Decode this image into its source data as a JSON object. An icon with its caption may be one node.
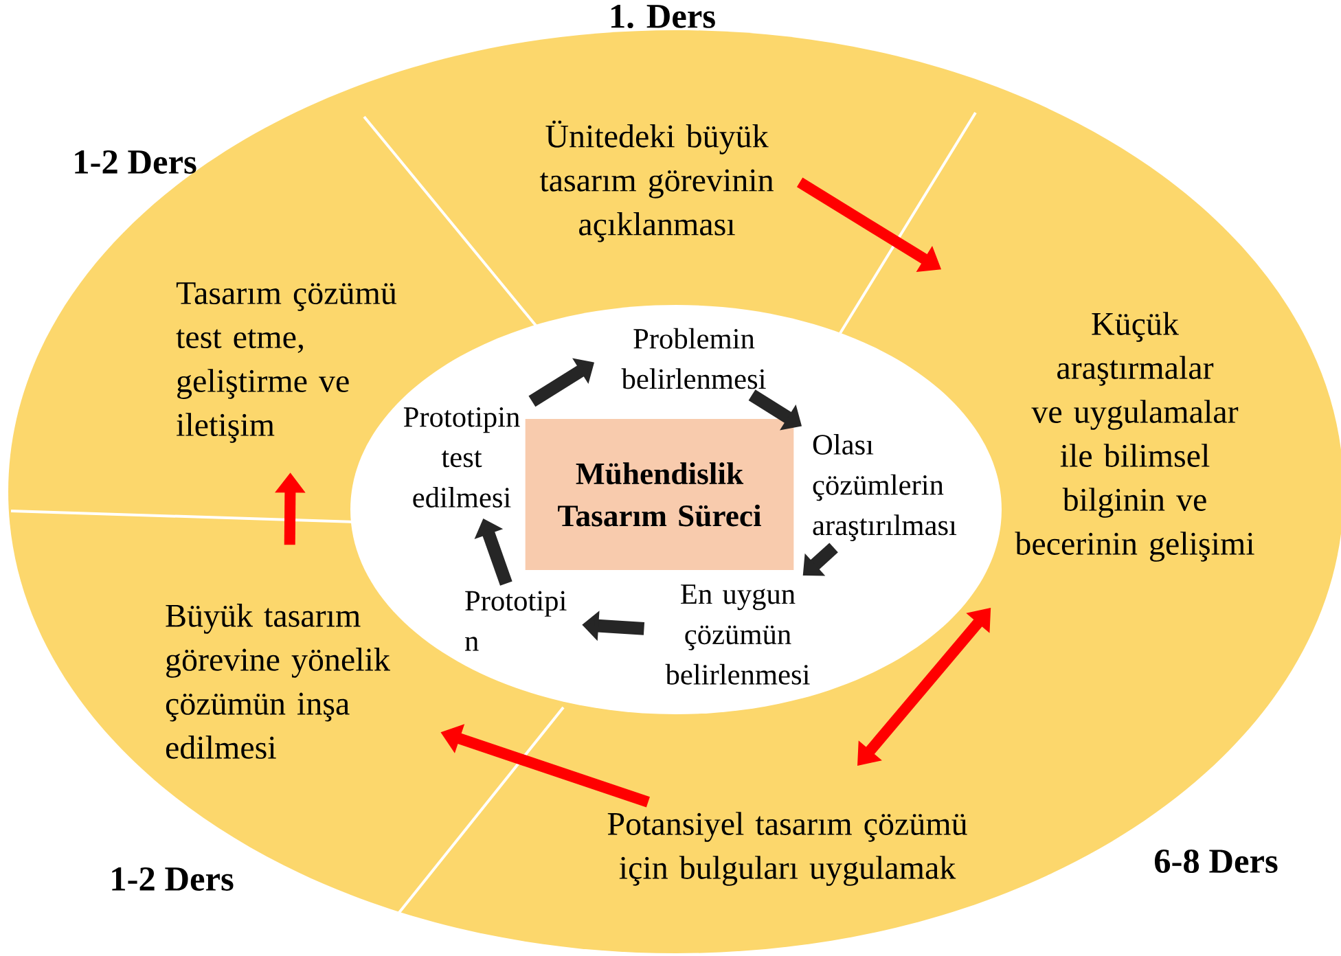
{
  "diagram": {
    "nodes": [
      {
        "text": [
          "Ünitedeki büyük tasarım görevinin açıklanması"
        ]
      },
      {
        "text": [
          "Küçük araştırmalar ve uygulamalar ile bilimsel bilginin ve becerinin gelişimi"
        ]
      },
      {
        "text": [
          "Potansiyel tasarım çözümü için bulguları uygulamak"
        ]
      },
      {
        "text": [
          "Büyük tasarım görevine yönelik çözümün inşa edilmesi"
        ]
      },
      {
        "text": [
          "Tasarım çözümü test etme, geliştirme ve iletişim"
        ]
      },
      {
        "text": [
          "Mühendislik Tasarım Süreci"
        ]
      },
      {
        "text": [
          "Problemin belirlenmesi"
        ]
      },
      {
        "text": [
          "Olası çözümlerin araştırılması"
        ]
      },
      {
        "text": [
          "En uygun çözümün belirlenmesi"
        ]
      },
      {
        "text": [
          "Prototipi n"
        ]
      },
      {
        "text": [
          "Prototipin test edilmesi"
        ]
      }
    ],
    "edges": [
      {
        "from": 0,
        "to": 1,
        "arrow": "to",
        "color": "#ff0000"
      },
      {
        "from": 1,
        "to": 2,
        "arrow": "both",
        "color": "#ff0000"
      },
      {
        "from": 2,
        "to": 3,
        "arrow": "to",
        "color": "#ff0000"
      },
      {
        "from": 3,
        "to": 4,
        "arrow": "to",
        "color": "#ff0000"
      },
      {
        "from": 10,
        "to": 6,
        "arrow": "to"
      },
      {
        "from": 6,
        "to": 7,
        "arrow": "to"
      },
      {
        "from": 7,
        "to": 8,
        "arrow": "to"
      },
      {
        "from": 8,
        "to": 9,
        "arrow": "to"
      },
      {
        "from": 9,
        "to": 10,
        "arrow": "to"
      }
    ],
    "labels": [
      "1. Ders",
      "1-2 Ders",
      "1-2 Ders",
      "6-8 Ders"
    ]
  }
}
